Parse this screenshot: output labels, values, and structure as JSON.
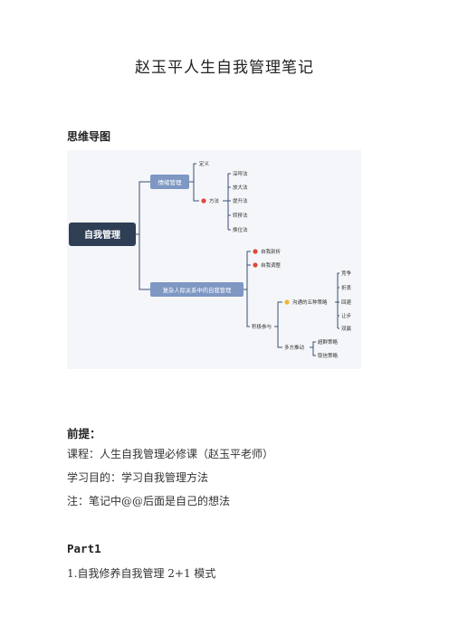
{
  "document": {
    "title": "赵玉平人生自我管理笔记",
    "mindmap_heading": "思维导图",
    "premise_heading": "前提：",
    "course_line": "课程：人生自我管理必修课（赵玉平老师）",
    "goal_line": "学习目的：学习自我管理方法",
    "note_line": "注：笔记中@@后面是自己的想法",
    "part_heading": "Part1",
    "item_1": "1.自我修养自我管理 2+1 模式"
  },
  "mindmap": {
    "root": "自我管理",
    "branch_emotion": "情绪管理",
    "emotion_def": "定义",
    "emotion_method": "方法",
    "methods": [
      "深呼法",
      "放大法",
      "提升法",
      "转移法",
      "换位法"
    ],
    "branch_relations": "复杂人际关系中的自我管理",
    "self_diagnosis": "自我剖析",
    "self_positioning": "自我调整",
    "proactive": "积极参与",
    "five_strategies": "沟通的五种策略",
    "strategies": [
      "竞争",
      "折衷",
      "回避",
      "让步",
      "双赢"
    ],
    "multi_push": "多方推动",
    "push_items": [
      "超群策略",
      "取信策略"
    ],
    "colors": {
      "root_bg": "#2e3e55",
      "branch_bg": "#7e97c3",
      "line": "#3a4f73",
      "red_dot": "#e0473a",
      "yellow_dot": "#f2b634"
    }
  }
}
